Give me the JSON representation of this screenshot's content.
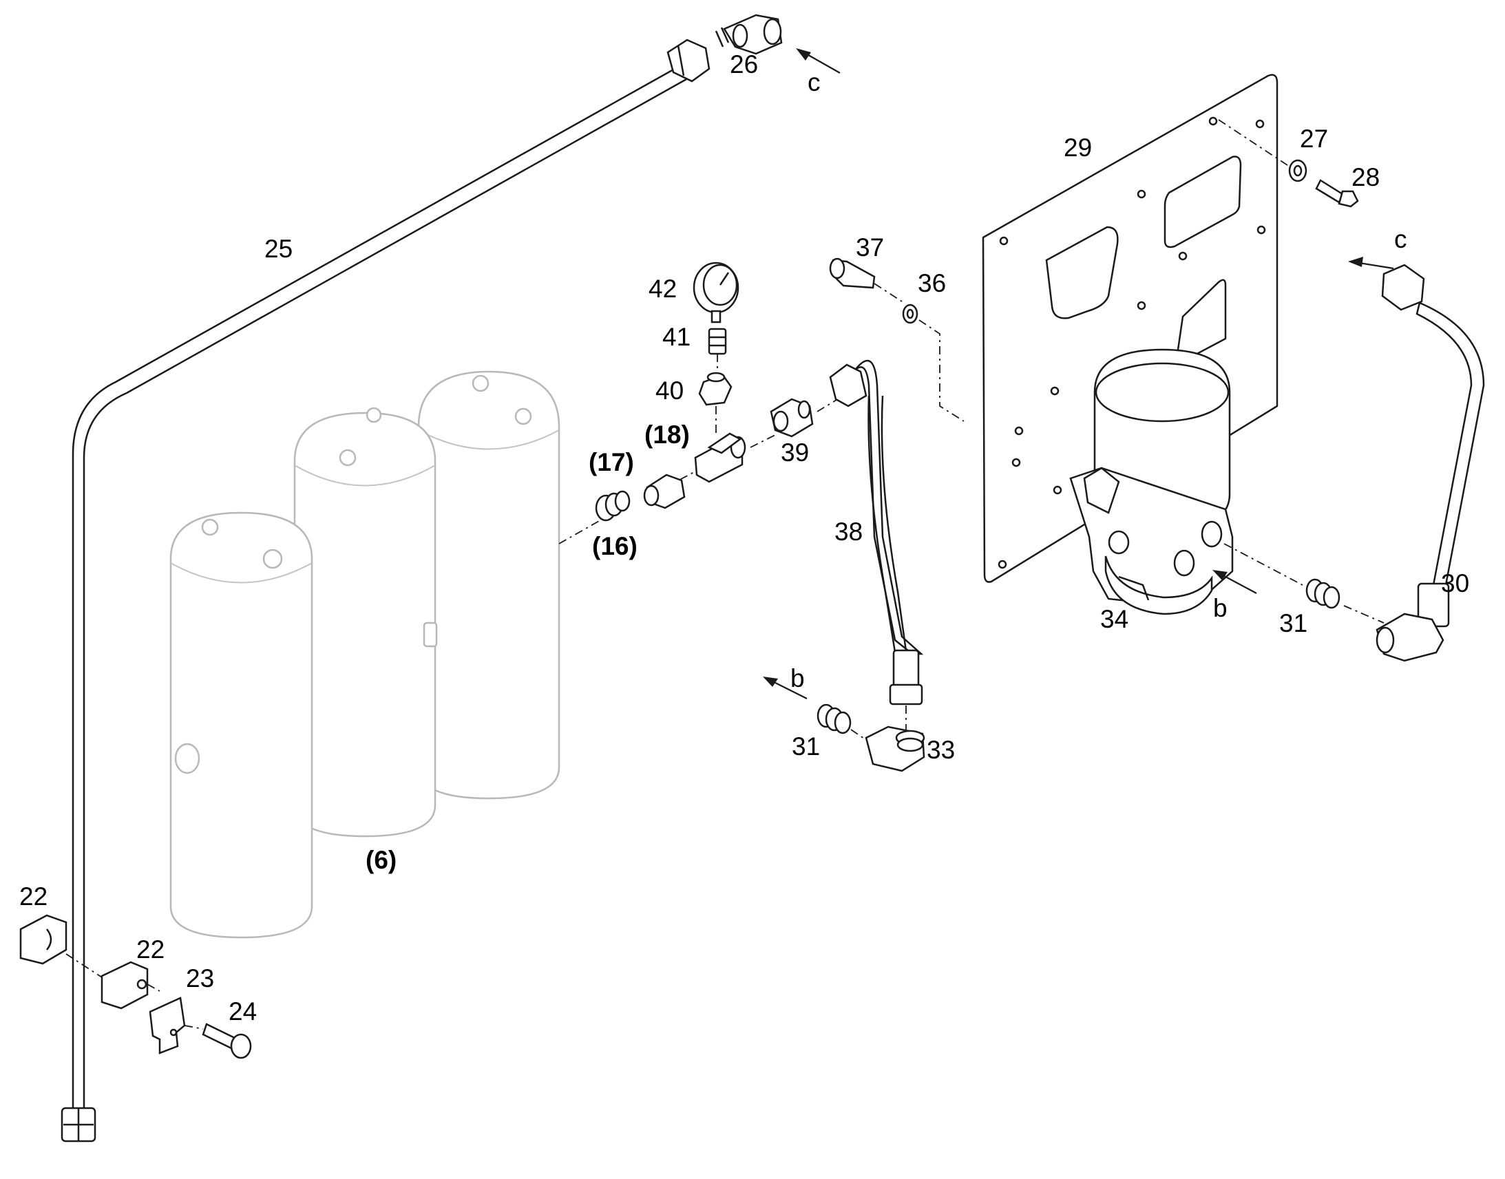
{
  "labels": {
    "p6": "(6)",
    "p16": "(16)",
    "p17": "(17)",
    "p18": "(18)",
    "p22a": "22",
    "p22b": "22",
    "p23": "23",
    "p24": "24",
    "p25": "25",
    "p26": "26",
    "p27": "27",
    "p28": "28",
    "p29": "29",
    "p30": "30",
    "p31a": "31",
    "p31b": "31",
    "p33": "33",
    "p34": "34",
    "p36": "36",
    "p37": "37",
    "p38": "38",
    "p39": "39",
    "p40": "40",
    "p41": "41",
    "p42": "42",
    "arrow_c1": "c",
    "arrow_c2": "c",
    "arrow_b1": "b",
    "arrow_b2": "b"
  },
  "colors": {
    "line": "#1a1a1a",
    "ghost_part": "#b8b8b8",
    "background": "#ffffff"
  }
}
